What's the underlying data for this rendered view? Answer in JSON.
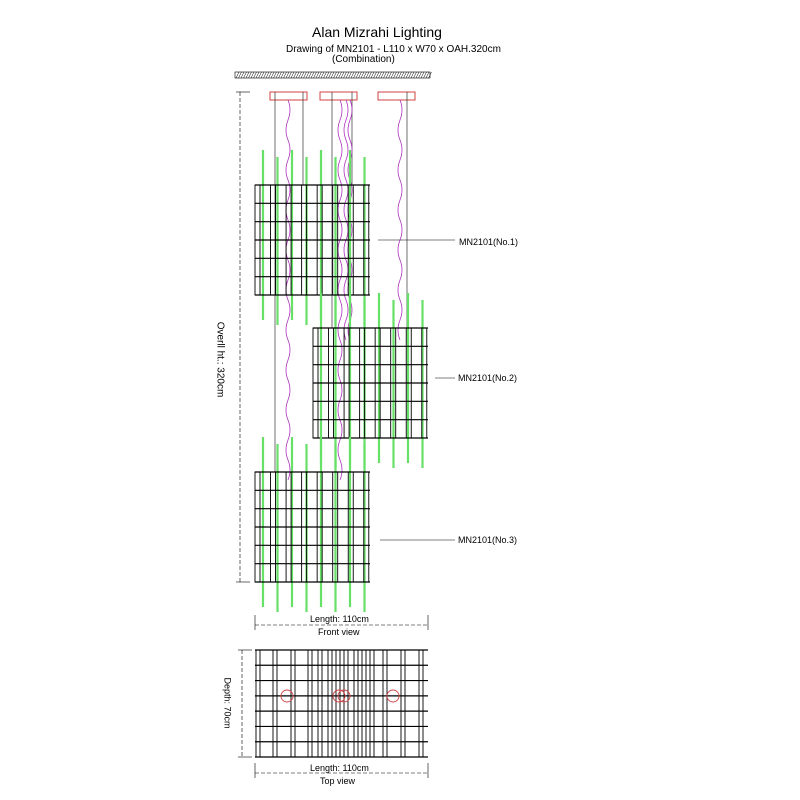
{
  "title": "Alan Mizrahi Lighting",
  "subtitle": "Drawing of MN2101 - L110 x W70 x OAH.320cm",
  "subtitle2": "(Combination)",
  "labels": {
    "no1": "MN2101(No.1)",
    "no2": "MN2101(No.2)",
    "no3": "MN2101(No.3)"
  },
  "dims": {
    "height": "Overll ht.: 320cm",
    "length_front": "Length: 110cm",
    "front_view": "Front view",
    "depth": "Depth: 70cm",
    "length_top": "Length: 110cm",
    "top_view": "Top view"
  },
  "colors": {
    "rod": "#66e066",
    "cable": "#b030c0",
    "canopy": "#d04040",
    "frame": "#000000"
  }
}
